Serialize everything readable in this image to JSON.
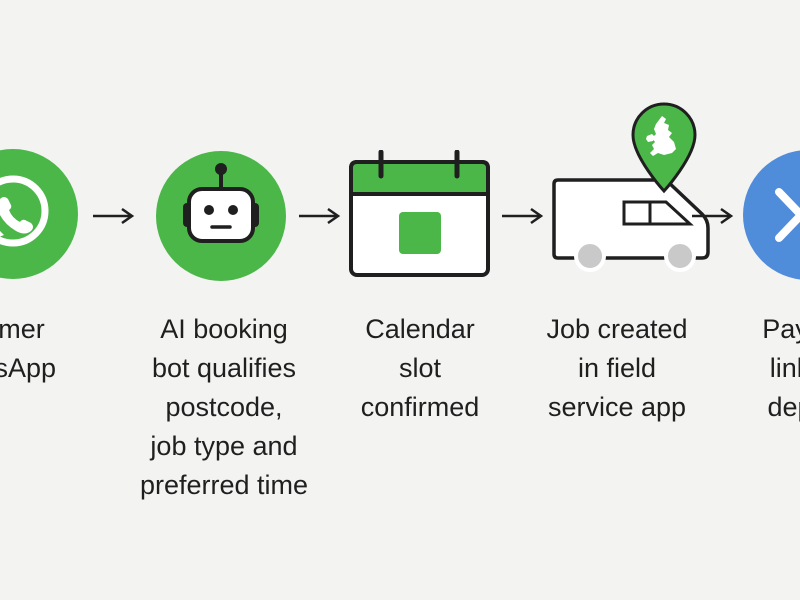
{
  "colors": {
    "green": "#4cb749",
    "green_dark": "#3fa53d",
    "blue": "#4f8ddb",
    "ink": "#1f1f1f",
    "background": "#f3f3f2"
  },
  "steps": [
    {
      "icon": "whatsapp-icon",
      "lines": [
        "omer",
        "atsApp"
      ]
    },
    {
      "icon": "robot-icon",
      "lines": [
        "AI booking",
        "bot qualifies",
        "postcode,",
        "job type and",
        "preferred time"
      ]
    },
    {
      "icon": "calendar-icon",
      "lines": [
        "Calendar",
        "slot",
        "confirmed"
      ]
    },
    {
      "icon": "van-with-uk-map-pin-icon",
      "lines": [
        "Job created",
        "in field",
        "service app"
      ]
    },
    {
      "icon": "payment-link-icon",
      "lines": [
        "Payr",
        "link",
        "dep"
      ]
    }
  ]
}
